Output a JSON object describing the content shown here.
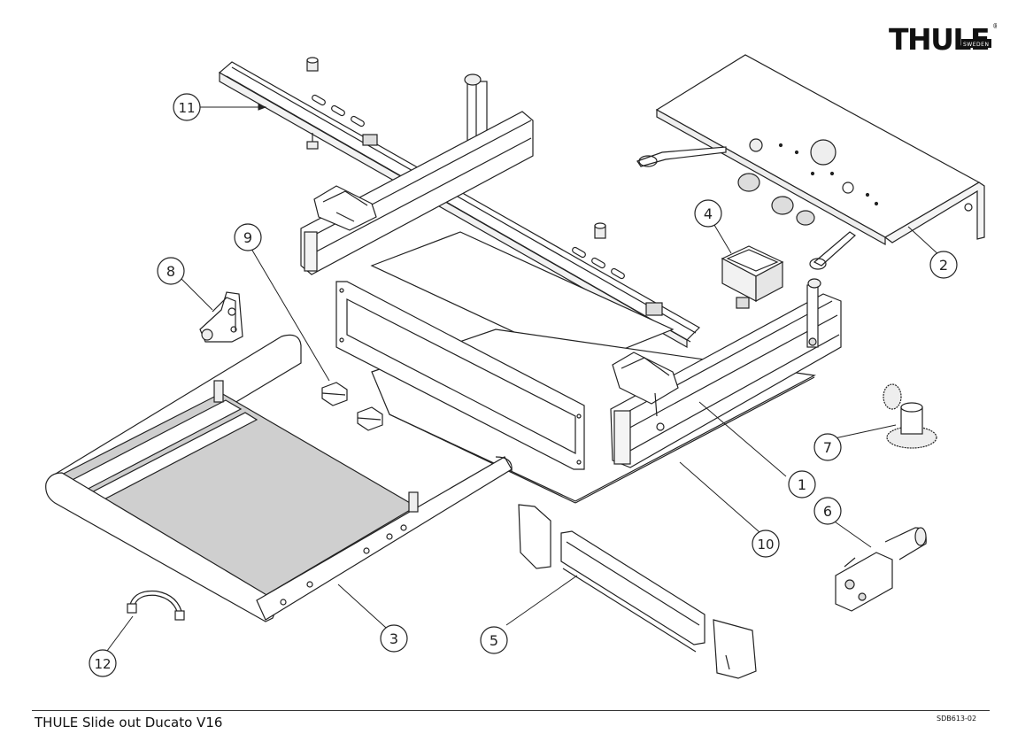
{
  "logo": {
    "brand": "THULE",
    "sub": "SWEDEN",
    "registered": "®"
  },
  "footer": {
    "title": "THULE Slide out Ducato V16",
    "code": "SDB613-02"
  },
  "callouts": [
    "1",
    "2",
    "3",
    "4",
    "5",
    "6",
    "7",
    "8",
    "9",
    "10",
    "11",
    "12"
  ]
}
